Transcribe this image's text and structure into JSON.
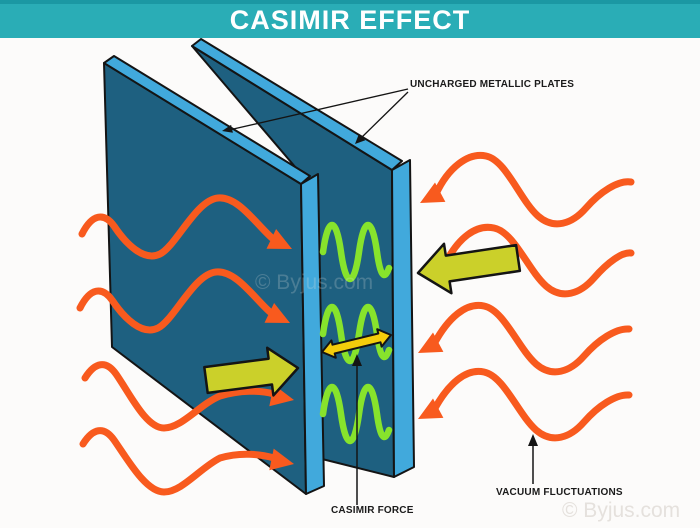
{
  "banner": {
    "title": "CASIMIR EFFECT",
    "background": "#2AADB6",
    "text_color": "#FFFFFF"
  },
  "labels": {
    "plates": "UNCHARGED METALLIC PLATES",
    "casimir_force": "CASIMIR FORCE",
    "vacuum_fluctuations": "VACUUM FLUCTUATIONS"
  },
  "watermark": {
    "text": "© Byjus.com"
  },
  "figure": {
    "plate_count": 2,
    "left_vacuum_wave_count": 4,
    "right_vacuum_wave_count": 4,
    "between_plate_wave_count": 3,
    "inward_force_arrow_count": 2,
    "gap_double_arrow_count": 1
  },
  "colors": {
    "plate_face": "#1E6080",
    "plate_edge": "#41A9DC",
    "outline": "#141414",
    "vacuum_wave": "#F85A1E",
    "inner_wave": "#87E32C",
    "force_arrow": "#CBD02A",
    "gap_arrow": "#F5CD0B",
    "banner": "#2AADB6"
  }
}
